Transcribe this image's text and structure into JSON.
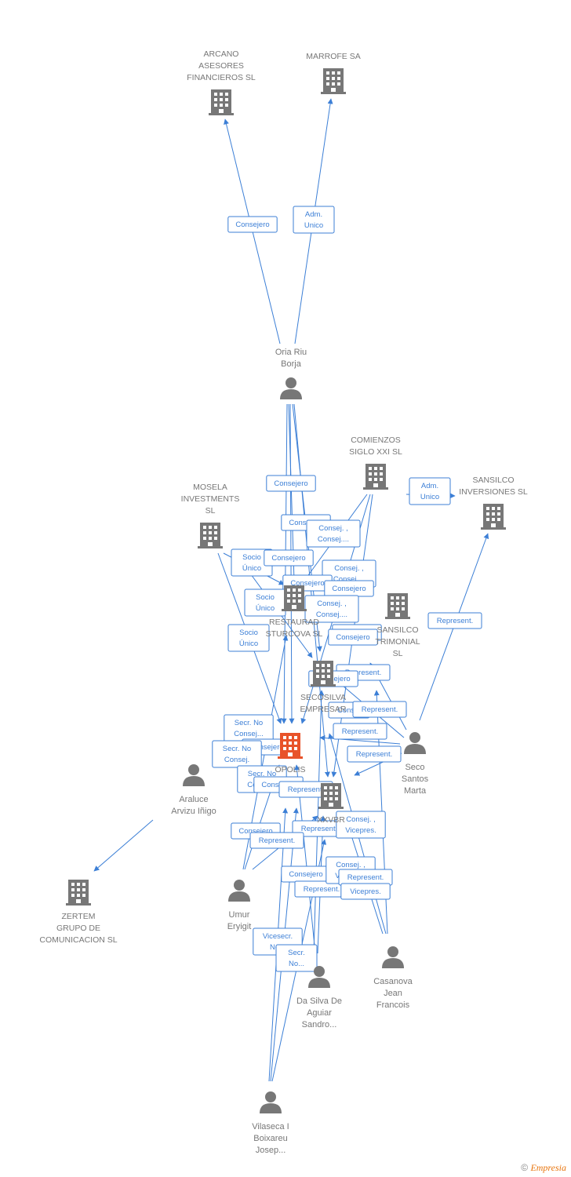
{
  "colors": {
    "edge": "#3c7fd6",
    "node": "#777777",
    "focus": "#e8532a"
  },
  "nodes": [
    {
      "id": "arcano",
      "type": "company",
      "lines": [
        "ARCANO",
        "ASESORES",
        "FINANCIEROS SL"
      ]
    },
    {
      "id": "marrofe",
      "type": "company",
      "lines": [
        "MARROFE SA"
      ]
    },
    {
      "id": "oria",
      "type": "person",
      "lines": [
        "Oria Riu",
        "Borja"
      ]
    },
    {
      "id": "comienzos",
      "type": "company",
      "lines": [
        "COMIENZOS",
        "SIGLO XXI SL"
      ]
    },
    {
      "id": "sansilco_inv",
      "type": "company",
      "lines": [
        "SANSILCO",
        "INVERSIONES SL"
      ]
    },
    {
      "id": "mosela",
      "type": "company",
      "lines": [
        "MOSELA",
        "INVESTMENTS",
        "SL"
      ]
    },
    {
      "id": "restaurad",
      "type": "company",
      "lines": [
        "RESTAURAD",
        "STURCOVA SL"
      ]
    },
    {
      "id": "sansilco_pat",
      "type": "company",
      "lines": [
        "SANSILCO",
        "TRIMONIAL",
        "SL"
      ]
    },
    {
      "id": "secosilva",
      "type": "company",
      "lines": [
        "SECOSILVA",
        "EMPRESAR"
      ]
    },
    {
      "id": "opolis",
      "type": "focus",
      "lines": [
        "OPOLIS"
      ]
    },
    {
      "id": "xxvbr",
      "type": "company",
      "lines": [
        "XXVBR"
      ]
    },
    {
      "id": "seco",
      "type": "person",
      "lines": [
        "Seco",
        "Santos",
        "Marta"
      ]
    },
    {
      "id": "araluce",
      "type": "person",
      "lines": [
        "Araluce",
        "Arvizu Iñigo"
      ]
    },
    {
      "id": "zertem",
      "type": "company",
      "lines": [
        "ZERTEM",
        "GRUPO DE",
        "COMUNICACION SL"
      ]
    },
    {
      "id": "umur",
      "type": "person",
      "lines": [
        "Umur",
        "Eryigit"
      ]
    },
    {
      "id": "dasilva",
      "type": "person",
      "lines": [
        "Da Silva De",
        "Aguiar",
        "Sandro..."
      ]
    },
    {
      "id": "casanova",
      "type": "person",
      "lines": [
        "Casanova",
        "Jean",
        "Francois"
      ]
    },
    {
      "id": "vilaseca",
      "type": "person",
      "lines": [
        "Vilaseca I",
        "Boixareu",
        "Josep..."
      ]
    }
  ],
  "edge_labels": [
    {
      "lines": [
        "Consejero"
      ]
    },
    {
      "lines": [
        "Adm.",
        "Unico"
      ]
    },
    {
      "lines": [
        "Consejero"
      ]
    },
    {
      "lines": [
        "Adm.",
        "Unico"
      ]
    },
    {
      "lines": [
        "Consejero"
      ]
    },
    {
      "lines": [
        "Consej. ,",
        "Consej...."
      ]
    },
    {
      "lines": [
        "Socio",
        "Único"
      ]
    },
    {
      "lines": [
        "Consejero"
      ]
    },
    {
      "lines": [
        "Consej. ,",
        "Consej...."
      ]
    },
    {
      "lines": [
        "Consejero"
      ]
    },
    {
      "lines": [
        "Consejero"
      ]
    },
    {
      "lines": [
        "Socio",
        "Único"
      ]
    },
    {
      "lines": [
        "Consej. ,",
        "Consej...."
      ]
    },
    {
      "lines": [
        "Consej..."
      ]
    },
    {
      "lines": [
        "Consejero"
      ]
    },
    {
      "lines": [
        "Socio",
        "Único"
      ]
    },
    {
      "lines": [
        "Represent."
      ]
    },
    {
      "lines": [
        "Represent."
      ]
    },
    {
      "lines": [
        "Consejero"
      ]
    },
    {
      "lines": [
        "Cons..."
      ]
    },
    {
      "lines": [
        "Represent."
      ]
    },
    {
      "lines": [
        "Secr.  No",
        "Consej..."
      ]
    },
    {
      "lines": [
        "Consejero"
      ]
    },
    {
      "lines": [
        "Represent."
      ]
    },
    {
      "lines": [
        "Secr.  No",
        "Consej."
      ]
    },
    {
      "lines": [
        "Represent."
      ]
    },
    {
      "lines": [
        "Secr.  No",
        "Consej..."
      ]
    },
    {
      "lines": [
        "Consejero"
      ]
    },
    {
      "lines": [
        "Represent."
      ]
    },
    {
      "lines": [
        "Represent."
      ]
    },
    {
      "lines": [
        "Consej. ,",
        "Vicepres."
      ]
    },
    {
      "lines": [
        "Consejero"
      ]
    },
    {
      "lines": [
        "Represent."
      ]
    },
    {
      "lines": [
        "Consejero"
      ]
    },
    {
      "lines": [
        "Represent."
      ]
    },
    {
      "lines": [
        "Consej. ,",
        "Vicepres."
      ]
    },
    {
      "lines": [
        "Represent."
      ]
    },
    {
      "lines": [
        "Vicepres."
      ]
    },
    {
      "lines": [
        "Vicesecr.",
        "No..."
      ]
    },
    {
      "lines": [
        "Secr.",
        "No..."
      ]
    }
  ],
  "footer": {
    "copyright": "©",
    "brand": "Empresia"
  }
}
